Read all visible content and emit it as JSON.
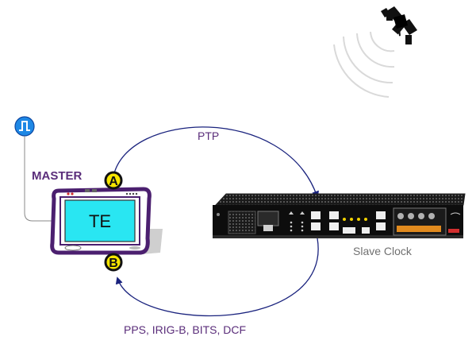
{
  "labels": {
    "master": "MASTER",
    "te": "TE",
    "port_a": "A",
    "port_b": "B",
    "ptp": "PTP",
    "return_signals": "PPS, IRIG-B, BITS, DCF",
    "slave_clock": "Slave Clock"
  },
  "icons": {
    "satellite": "satellite-icon",
    "pulse": "square-pulse-icon"
  },
  "colors": {
    "arrow": "#1a237e",
    "label_purple": "#5a2d7a",
    "device_frame": "#4b1f6f",
    "screen": "#29e6f2",
    "port_circle": "#f7e600",
    "slave_text": "#707070",
    "pulse_icon": "#1e88e5"
  }
}
